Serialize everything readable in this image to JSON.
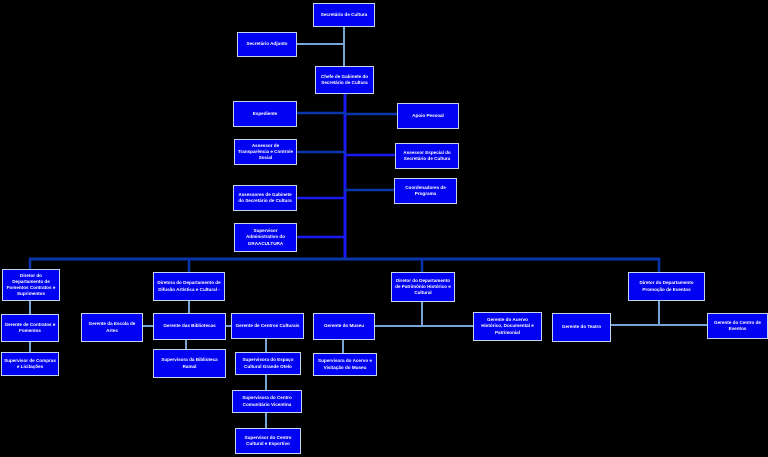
{
  "colors": {
    "background": "#000000",
    "box_fill": "#0202f2",
    "box_border": "#c6d3ef",
    "text": "#ffffff",
    "line_light": "#77a5d8",
    "line_bright": "#1a1af0",
    "line_navy": "#0a36ad"
  },
  "nodes": {
    "secretario": "Secretário de Cultura",
    "secretario_adjunto": "Secretário Adjunto",
    "chefe_gabinete": "Chefe de Gabinete do Secretário de Cultura",
    "expediente": "Expediente",
    "apoio_pessoal": "Apoio Pessoal",
    "assessor_transparencia": "Assessor de Transparência e Controle Social",
    "assessor_especial": "Assessor Especial do Secretário de Cultura",
    "assessores_gabinete": "Assessores de Gabinete do Secretário de Cultura",
    "coordenadores_programa": "Coordenadores de Programa",
    "supervisor_administrativo": "Supervisor Administrativo do GRAACULTURA",
    "diretor_fomentos": "Diretor  do Departamento de Fomentos Contratos e Suprimentos",
    "diretora_difusao": "Diretora do Departamento de Difusão Artística e Cultural -",
    "diretor_patrimonio": "Diretor do Departamento de Patrimônio Histórico e Cultural",
    "diretor_promocao": "Diretor do Departamento Promoção de Eventos",
    "gerente_contratos": "Gerente de Contratos e Fomentos",
    "gerente_escola_artes": "Gerente da Escola de Artes",
    "gerente_bibliotecas": "Gerente das Bibliotecas",
    "gerente_centros_culturais": "Gerente de Centros Culturais",
    "gerente_museu": "Gerente do Museu",
    "gerente_acervo": "Gerente do Acervo Histórico, Documental e Patrimonial",
    "gerente_teatro": "Gerente do Teatro",
    "gerente_centro_eventos": "Gerente do Centro de Eventos",
    "supervisor_compras": "Supervisor de Compras e Licitações",
    "supervisora_biblioteca_ramal": "Supervisora da Biblioteca Ramal",
    "supervisora_espaco_cultural": "Supervisora do Espaço Cultural Grande Otelo",
    "supervisora_acervo_visitacao": "Supervisora do Acervo e Visitação do Museu",
    "supervisora_centro_comunitario": "Supervisora do Centro Comunitário Vicentina",
    "supervisor_centro_esportivo": "Supervisor do Centro Cultural e Esportivo"
  }
}
